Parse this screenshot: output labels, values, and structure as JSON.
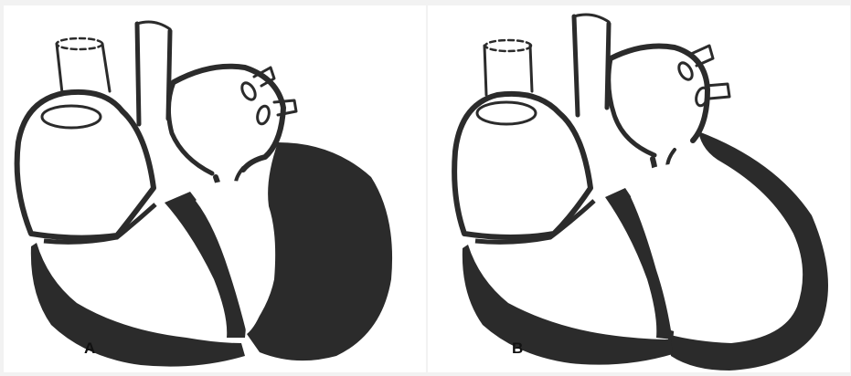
{
  "figure": {
    "panels": [
      {
        "id": "A",
        "label": "A"
      },
      {
        "id": "B",
        "label": "B"
      }
    ]
  },
  "colors": {
    "ink": "#2b2b2b",
    "paper": "#ffffff",
    "border": "#f2f2f2"
  }
}
